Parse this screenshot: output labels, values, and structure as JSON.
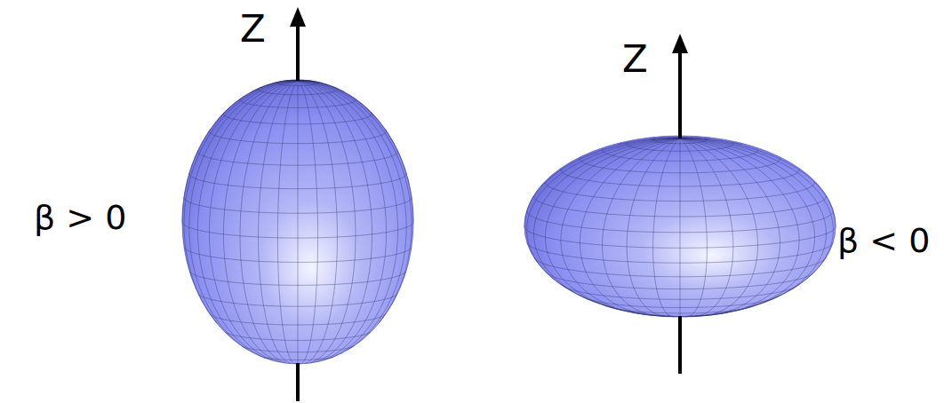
{
  "diagram": {
    "labels": [
      "Z",
      "β > 0",
      "Z",
      "β < 0"
    ]
  }
}
